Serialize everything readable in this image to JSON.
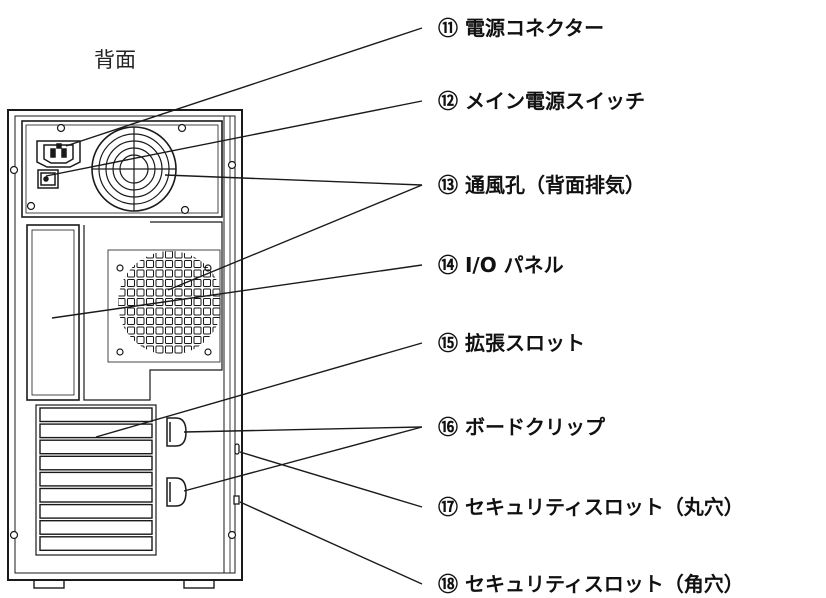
{
  "view_title": "背面",
  "colors": {
    "line": "#1a1a1a",
    "text": "#111111"
  },
  "callouts": [
    {
      "number": "⑪",
      "text": "電源コネクター"
    },
    {
      "number": "⑫",
      "text": "メイン電源スイッチ"
    },
    {
      "number": "⑬",
      "text": "通風孔（背面排気）"
    },
    {
      "number": "⑭",
      "text": "I/O パネル"
    },
    {
      "number": "⑮",
      "text": "拡張スロット"
    },
    {
      "number": "⑯",
      "text": "ボードクリップ"
    },
    {
      "number": "⑰",
      "text": "セキュリティスロット（丸穴）"
    },
    {
      "number": "⑱",
      "text": "セキュリティスロット（角穴）"
    }
  ]
}
